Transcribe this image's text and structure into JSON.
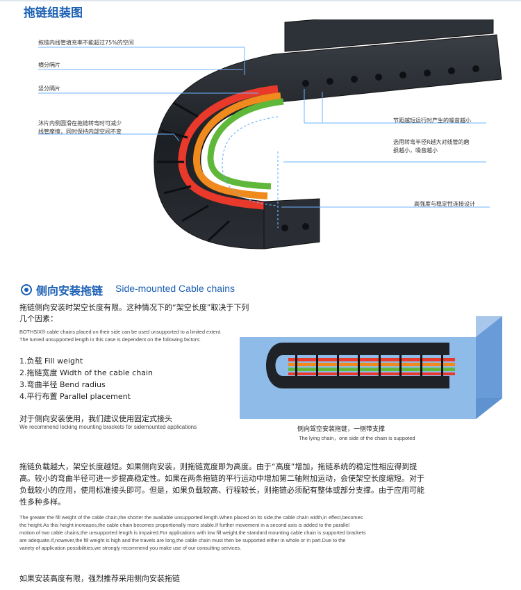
{
  "header": {
    "title": "拖链组装图"
  },
  "diagram": {
    "callouts_left": [
      "拖链内线管填充率不能超过75%的空间",
      "横分隔片",
      "竖分隔片",
      "沐片内侧圆滑在拖链转弯时可减少",
      "线管摩擦，同时保持内部空间不变"
    ],
    "callouts_right": [
      "节距越短运行时产生的噪音越小",
      "选用转弯半径R越大对线管的磨",
      "损越小，噪音越小",
      "高强度与稳定性连接设计"
    ]
  },
  "section": {
    "title_cn": "侧向安装拖链",
    "title_en": "Side-mounted Cable chains",
    "intro_cn_1": "拖链侧向安装时架空长度有限。这种情况下的“架空长度”取决于下列",
    "intro_cn_2": "几个因素：",
    "intro_en_1": "BOTHSIX® cable chains placed on their side can be used unsupported to a limited extent.",
    "intro_en_2": "The turned unsupported length in this case is dependent on the following factors:",
    "factors": [
      "1.负载 Fill weight",
      "2.拖链宽度 Width of the  cable chain",
      "3.弯曲半径 Bend radius",
      "4.平行布置 Parallel placement"
    ],
    "bracket_cn": "对于侧向安装使用，我们建议使用固定式接头",
    "bracket_en": "We recommend locking mounting brackets for sidemounted applications",
    "caption_cn": "侧向驾空安装拖链，一侧带支撑",
    "caption_en": "The lying chain，one side of the chain is suppoted",
    "body_cn": [
      "拖链负载越大，架空长度越短。如果侧向安装，则拖链宽度即为高度。由于“高度”增加，拖链系统的稳定性相应得到提",
      "高。较小的弯曲半径可进一步提高稳定性。如果在两条拖链的平行运动中增加第二轴附加运动，会使架空长度缩短。对于",
      "负载较小的应用，使用标准接头即可。但是，如果负载较高、行程较长，则拖链必须配有整体或部分支撑。由于应用可能",
      "性多种多样。"
    ],
    "body_en": [
      "The greater the fill weight of the cable chain,the shorter the available unsupported length.When placed on its side,the cable chain width,in effect,becomes",
      "the height.As this height increases,the cable chain becomes proportionally more stable.If further movement in a second axis is added to the parallel",
      "motion of two cable chains,the unsupported length is impaired.For applications with low fill weight,the standard mounting cable chain is supported brackets",
      " are adequate.If,nowever,the fill weight is high and the travels are long,the cable chain must then be supported either in whole or in part.Due to the",
      "variety of application possibilities,we strongly recommend you make use of our consulting services."
    ],
    "footer_cn": "如果安装高度有限，强烈推荐采用侧向安装拖链"
  },
  "colors": {
    "accent": "#1a5fb4",
    "chain": "#1f2328",
    "cable_red": "#e8392b",
    "cable_orange": "#f08a1c",
    "cable_green": "#5fb83a",
    "plate": "#6a9fd8"
  }
}
